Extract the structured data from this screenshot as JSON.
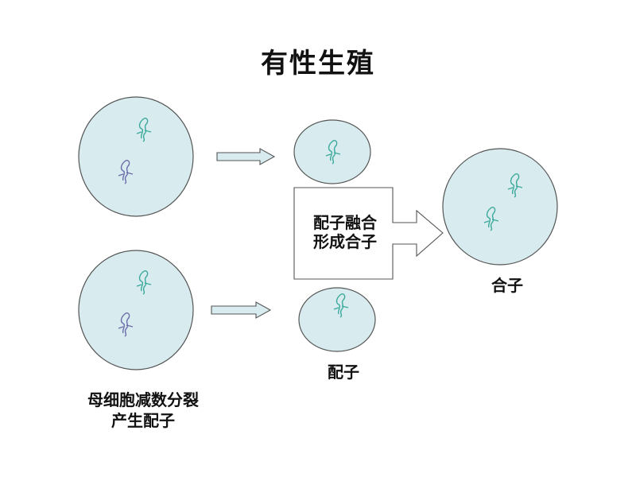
{
  "title": "有性生殖",
  "labels": {
    "mother_line1": "母细胞减数分裂",
    "mother_line2": "产生配子",
    "gamete": "配子",
    "zygote": "合子",
    "fusion_line1": "配子融合",
    "fusion_line2": "形成合子"
  },
  "colors": {
    "cell_fill": "#d8ecef",
    "cell_stroke": "#555555",
    "arrow_fill": "#d8ecef",
    "chromosome_teal": "#3aa89a",
    "chromosome_purple": "#6a6aa8"
  }
}
